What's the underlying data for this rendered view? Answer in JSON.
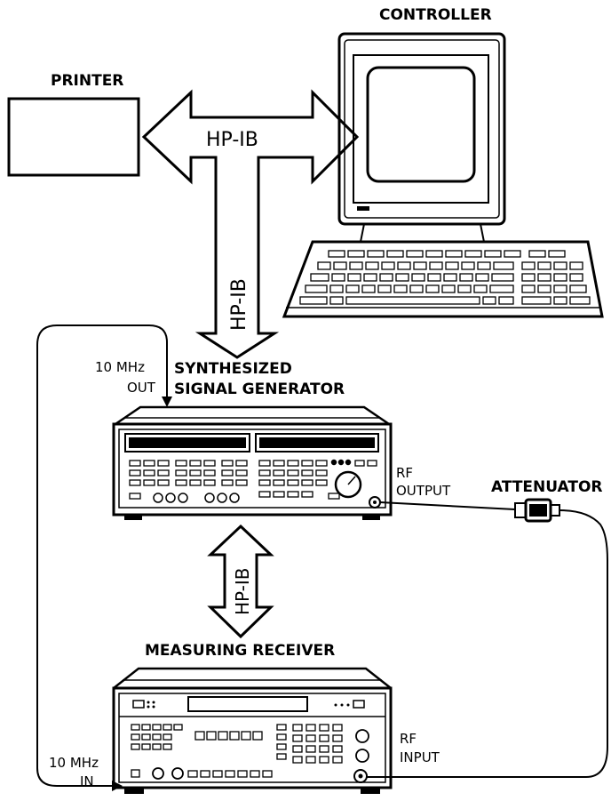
{
  "labels": {
    "controller": "CONTROLLER",
    "printer": "PRINTER",
    "hpib_bus": "HP-IB",
    "hpib_vertical": "HP-IB",
    "hpib_lower": "HP-IB",
    "synth_line1": "SYNTHESIZED",
    "synth_line2": "SIGNAL GENERATOR",
    "ten_mhz_out_1": "10 MHz",
    "ten_mhz_out_2": "OUT",
    "rf_output_1": "RF",
    "rf_output_2": "OUTPUT",
    "attenuator": "ATTENUATOR",
    "measuring_receiver": "MEASURING RECEIVER",
    "ten_mhz_in_1": "10 MHz",
    "ten_mhz_in_2": "IN",
    "rf_input_1": "RF",
    "rf_input_2": "INPUT"
  },
  "devices": [
    "printer",
    "controller",
    "synthesized-signal-generator",
    "attenuator",
    "measuring-receiver"
  ],
  "colors": {
    "line": "#000000",
    "background": "#ffffff"
  }
}
